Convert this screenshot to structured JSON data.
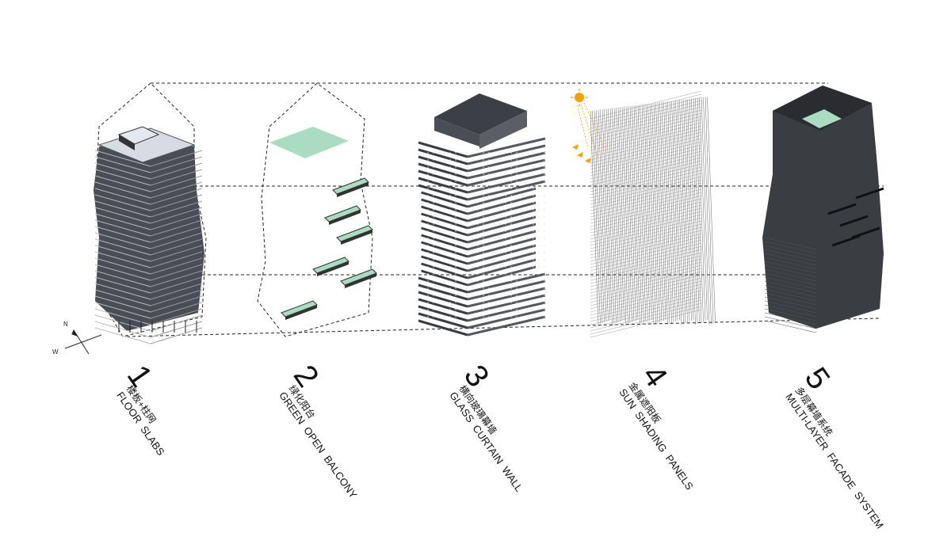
{
  "compass": {
    "north": "N",
    "west": "W"
  },
  "steps": [
    {
      "number": "1",
      "label_cn": "楼板+柱网",
      "label_en": "FLOOR SLABS"
    },
    {
      "number": "2",
      "label_cn": "绿化阳台",
      "label_en": "GREEN  OPEN  BALCONY"
    },
    {
      "number": "3",
      "label_cn": "横向玻璃幕墙",
      "label_en": "GLASS CURTAIN WALL"
    },
    {
      "number": "4",
      "label_cn": "金属遮阳板",
      "label_en": "SUN SHADING PANELS"
    },
    {
      "number": "5",
      "label_cn": "多层幕墙系统",
      "label_en": "MULTI-LAYER  FACADE SYSTEM"
    }
  ],
  "colors": {
    "slab": "#4a4d55",
    "balcony": "#a9dcc0",
    "sun": "#f5a100",
    "guide": "#222222"
  }
}
